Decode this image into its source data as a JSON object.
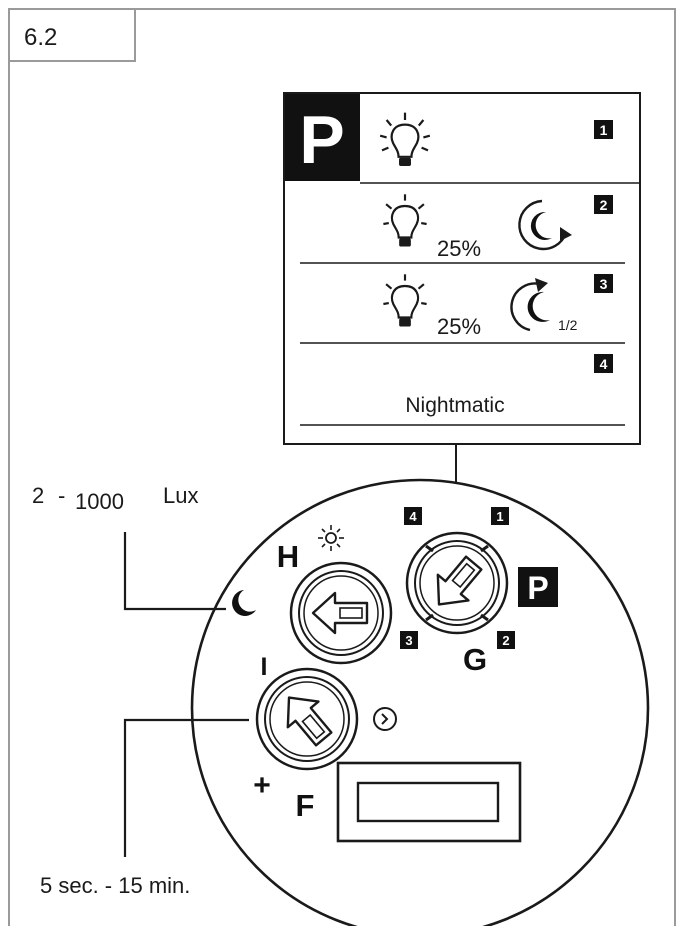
{
  "section": {
    "number": "6.2"
  },
  "program_panel": {
    "mode_letter": "P",
    "rows": [
      {
        "badge": "1"
      },
      {
        "badge": "2",
        "dim_level": "25%"
      },
      {
        "badge": "3",
        "dim_level": "25%",
        "fraction": "1/2"
      },
      {
        "badge": "4",
        "label": "Nightmatic"
      }
    ]
  },
  "dials": {
    "twilight": {
      "letter": "H",
      "range_label_start": "2",
      "range_label_end": "1000",
      "range_unit": "Lux",
      "icons": [
        "sun-icon",
        "moon-icon"
      ]
    },
    "program": {
      "letter": "G",
      "mode_letter": "P",
      "positions": [
        "1",
        "2",
        "3",
        "4"
      ]
    },
    "time": {
      "letter": "F",
      "range_label": "5 sec. - 15 min.",
      "minus": "I",
      "plus": "+",
      "icons": [
        "clock-icon"
      ]
    }
  },
  "colors": {
    "line": "#1a1a1a",
    "frame": "#9a9a9a",
    "badge": "#111111"
  }
}
